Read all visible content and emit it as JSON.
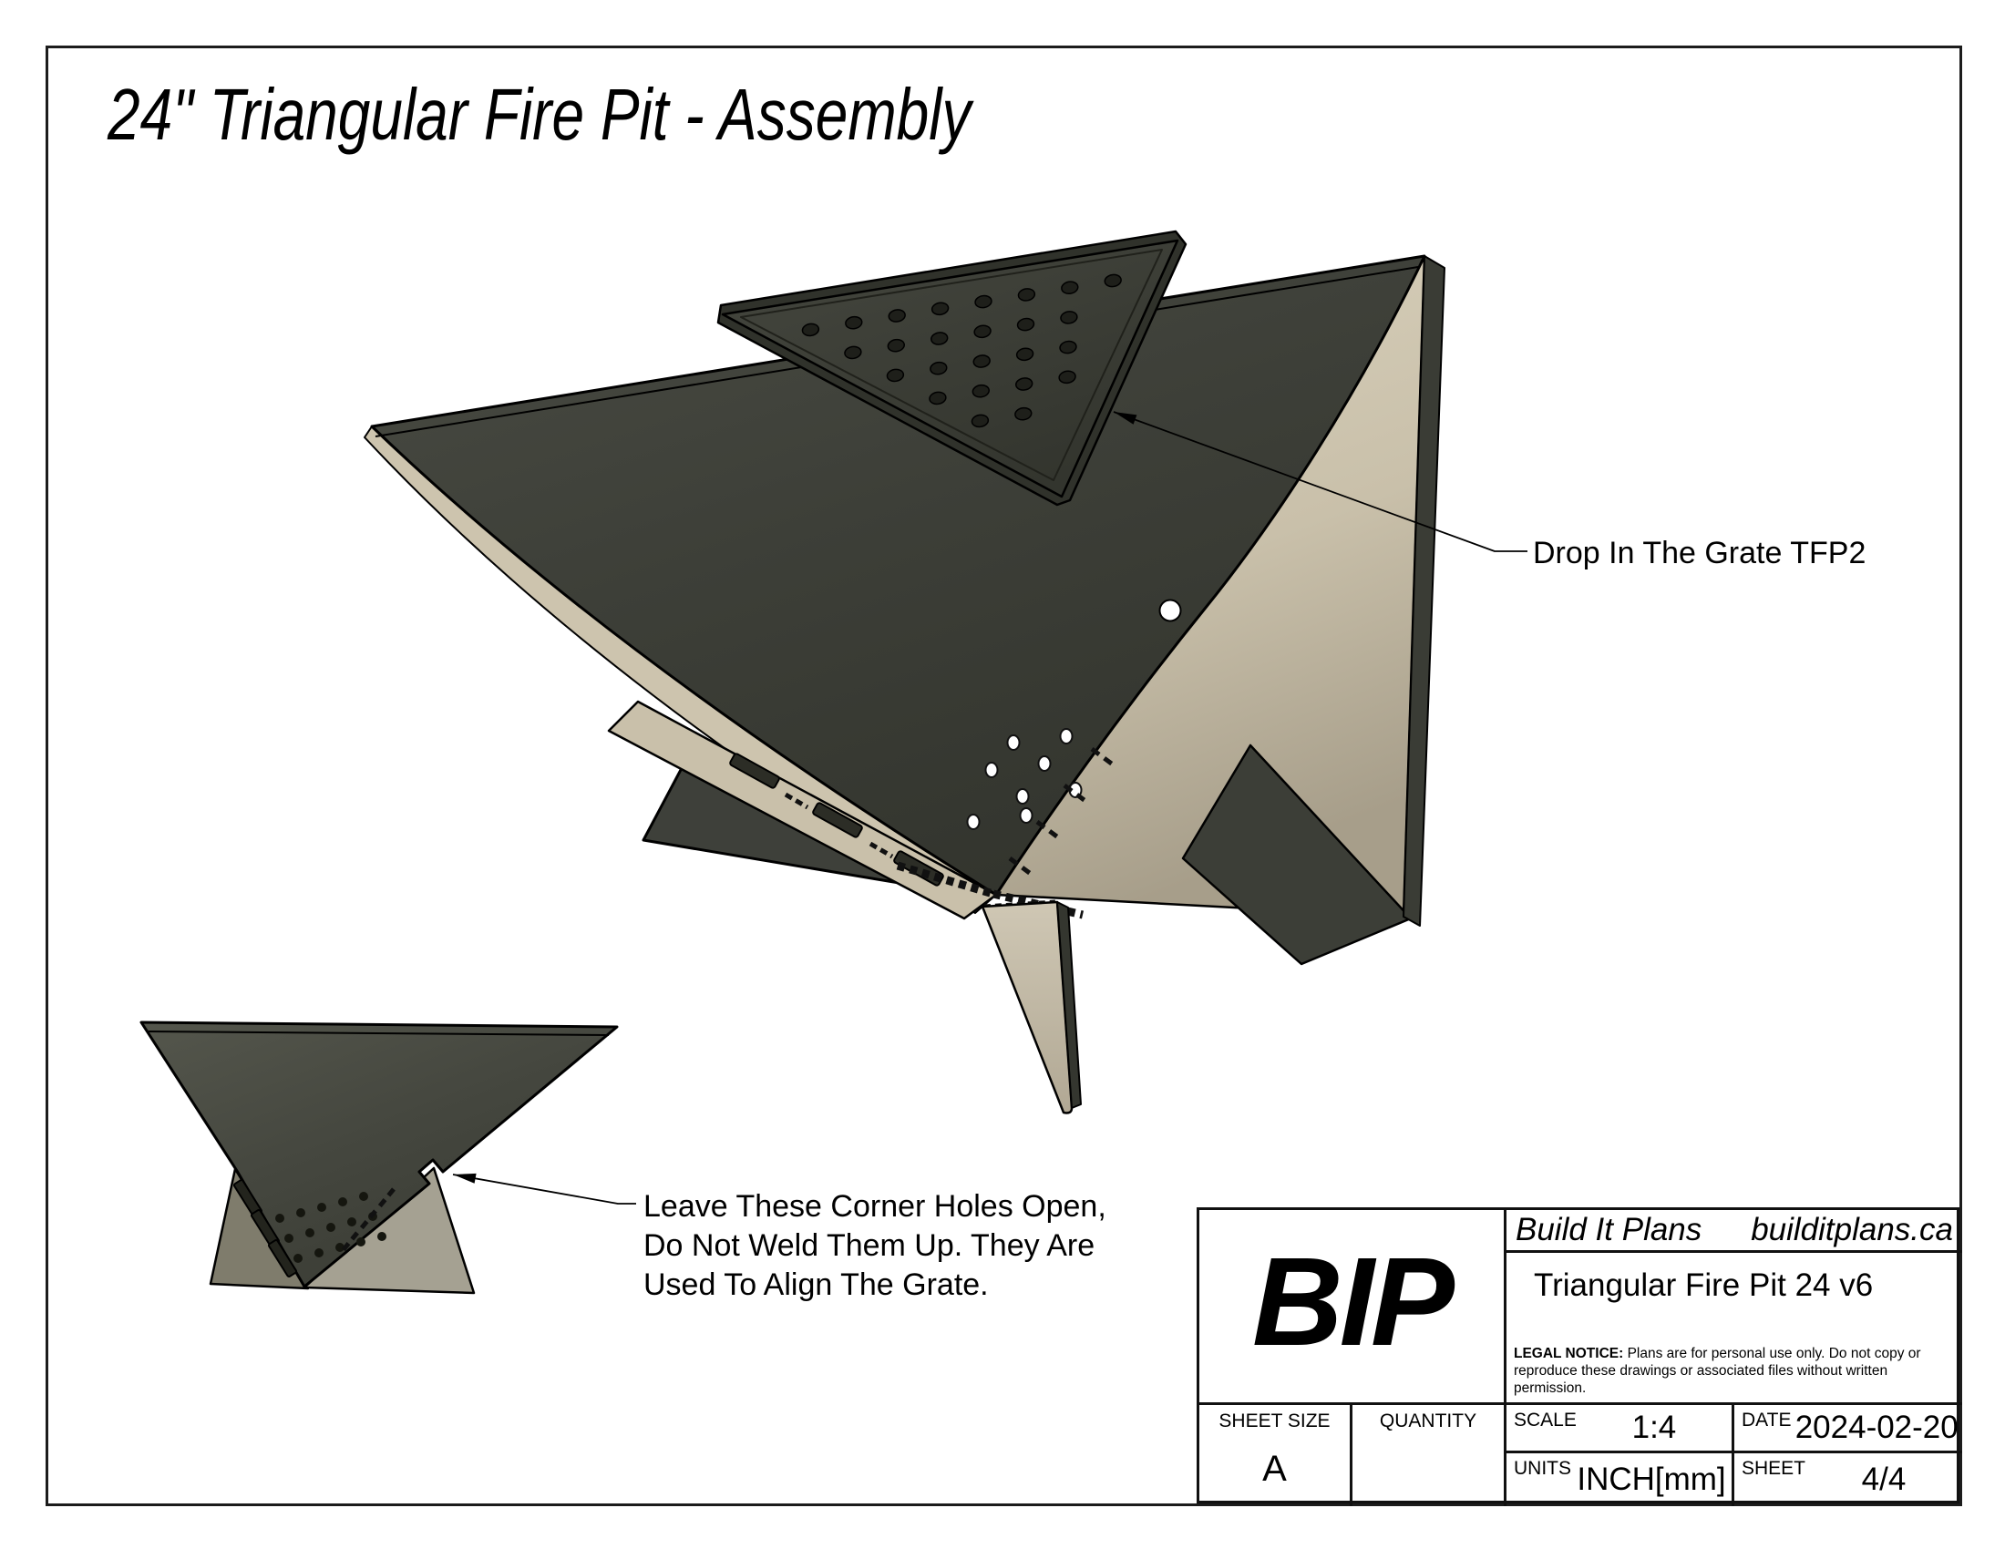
{
  "sheet": {
    "title": "24\" Triangular Fire Pit - Assembly"
  },
  "callouts": {
    "grate": {
      "text": "Drop In The Grate TFP2"
    },
    "corner_holes": {
      "lines": [
        "Leave These Corner Holes Open,",
        "Do Not Weld Them Up. They Are",
        "Used To Align The Grate."
      ]
    }
  },
  "title_block": {
    "logo": "BIP",
    "company": "Build It Plans",
    "website": "builditplans.ca",
    "drawing_title": "Triangular Fire Pit 24 v6",
    "legal_notice_label": "LEGAL NOTICE:",
    "legal_notice_line1": " Plans are for personal use only. Do not copy or",
    "legal_notice_line2": "reproduce these drawings or associated files without written permission.",
    "sheet_size_label": "SHEET SIZE",
    "sheet_size": "A",
    "quantity_label": "QUANTITY",
    "quantity": "",
    "scale_label": "SCALE",
    "scale": "1:4",
    "date_label": "DATE",
    "date": "2024-02-20",
    "units_label": "UNITS",
    "units": "INCH[mm]",
    "sheet_label": "SHEET",
    "sheet": "4/4"
  },
  "colors": {
    "panel_dark": "#3f4139",
    "panel_tan": "#cdc4ae",
    "line": "#000000"
  }
}
